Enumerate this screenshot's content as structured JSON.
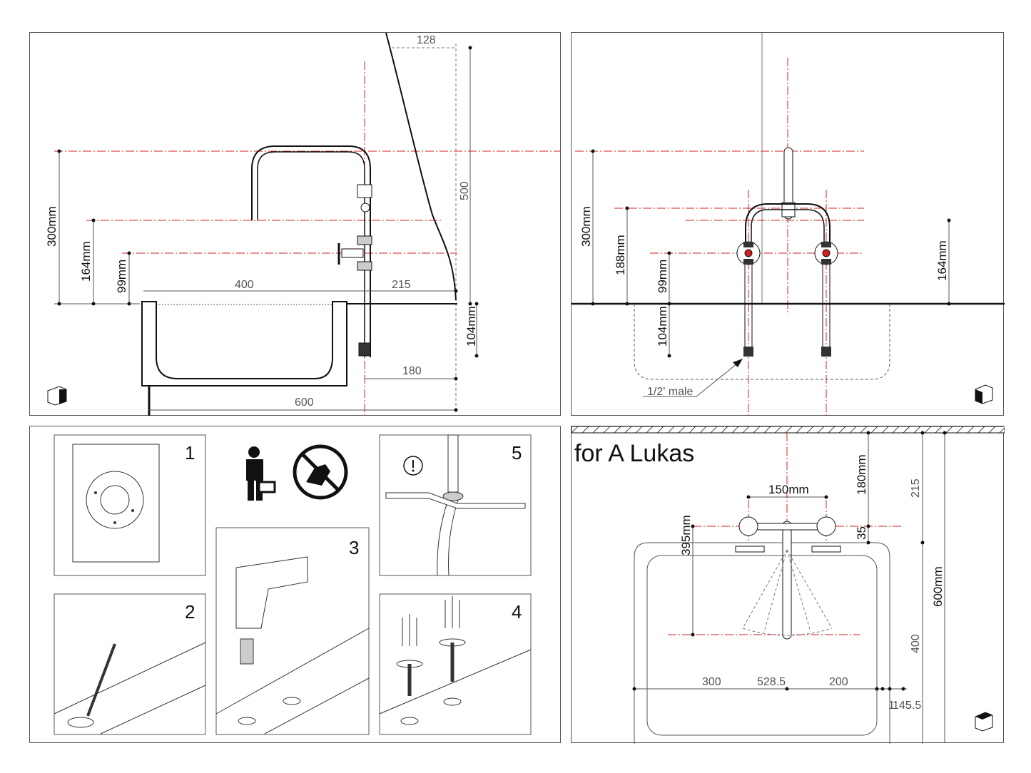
{
  "colors": {
    "centerline": "#d42020",
    "line": "#111111",
    "dim": "#555555"
  },
  "panel_side": {
    "dims": {
      "top": "128",
      "height_total": "500",
      "h300": "300mm",
      "h164": "164mm",
      "h99": "99mm",
      "width_basin": "400",
      "offset": "215",
      "below": "104mm",
      "depth": "180",
      "total": "600"
    },
    "icon": "cube-icon"
  },
  "panel_front": {
    "dims": {
      "h300": "300mm",
      "h188": "188mm",
      "h99": "99mm",
      "h104": "104mm",
      "h164": "164mm",
      "connection": "1/2' male"
    },
    "icon": "cube-icon"
  },
  "panel_steps": {
    "steps": [
      "1",
      "2",
      "3",
      "4",
      "5"
    ],
    "icons": [
      "installer-icon",
      "no-strength-icon",
      "attention-icon"
    ]
  },
  "panel_plan": {
    "title": "for A Lukas",
    "dims": {
      "spacing": "150mm",
      "h180": "180mm",
      "h35": "35",
      "h395": "395mm",
      "h215": "215",
      "h600": "600mm",
      "h400": "400",
      "w300": "300",
      "w528": "528.5",
      "w200": "200",
      "w145": "145",
      "w1": "1",
      "w5": "5.5"
    },
    "icon": "cube-icon"
  }
}
